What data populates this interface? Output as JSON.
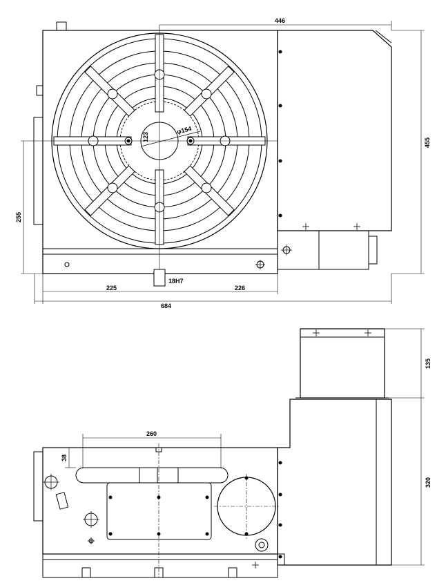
{
  "top_view": {
    "dims": {
      "width_446": "446",
      "height_455": "455",
      "height_255": "255",
      "left_225": "225",
      "right_226": "226",
      "total_684": "684",
      "slot_18h7": "18H7",
      "bore_154": "φ154",
      "bore_123": "123"
    }
  },
  "bottom_view": {
    "dims": {
      "width_260": "260",
      "height_38": "38",
      "height_135": "135",
      "height_320": "320"
    }
  },
  "colors": {
    "line": "#000000",
    "background": "#ffffff"
  }
}
